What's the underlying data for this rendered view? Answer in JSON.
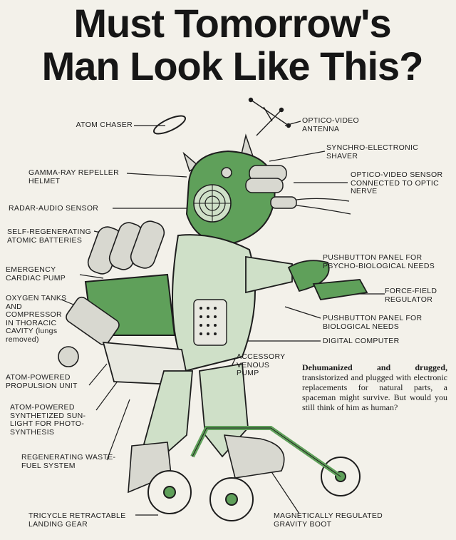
{
  "title": {
    "line1": "Must Tomorrow's",
    "line2": "Man Look Like This?"
  },
  "labels": {
    "atom_chaser": "ATOM CHASER",
    "optico_video_antenna": "OPTICO-VIDEO ANTENNA",
    "synchro_electronic_shaver": "SYNCHRO-ELECTRONIC SHAVER",
    "gamma_ray_repeller_helmet": "GAMMA-RAY REPELLER HELMET",
    "optico_video_sensor": "OPTICO-VIDEO SENSOR CONNECTED TO OPTIC NERVE",
    "radar_audio_sensor": "RADAR-AUDIO SENSOR",
    "self_regenerating_batteries": "SELF-REGENERATING ATOMIC BATTERIES",
    "emergency_cardiac_pump": "EMERGENCY CARDIAC PUMP",
    "pushbutton_psycho": "PUSHBUTTON PANEL FOR PSYCHO-BIOLOGICAL NEEDS",
    "force_field_regulator": "FORCE-FIELD REGULATOR",
    "oxygen_tanks": "OXYGEN TANKS AND COMPRESSOR IN THORACIC CAVITY (lungs removed)",
    "pushbutton_biological": "PUSHBUTTON PANEL FOR BIOLOGICAL NEEDS",
    "digital_computer": "DIGITAL COMPUTER",
    "accessory_venous_pump": "ACCESSORY VENOUS PUMP",
    "atom_powered_propulsion": "ATOM-POWERED PROPULSION UNIT",
    "atom_powered_synthetized": "ATOM-POWERED SYNTHETIZED SUN-LIGHT FOR PHOTO-SYNTHESIS",
    "regenerating_waste": "REGENERATING WASTE-FUEL SYSTEM",
    "tricycle_landing_gear": "TRICYCLE RETRACTABLE LANDING GEAR",
    "gravity_boot": "MAGNETICALLY REGULATED GRAVITY BOOT"
  },
  "caption": {
    "lead": "Dehumanized and drugged,",
    "body": "transistorized and plugged with electronic replacements for natural parts, a spaceman might survive. But would you still think of him as human?"
  },
  "colors": {
    "green": "#5fa05a",
    "pale_green": "#cfe0c8",
    "ink": "#1d1d1d",
    "paper": "#f3f1ea"
  }
}
